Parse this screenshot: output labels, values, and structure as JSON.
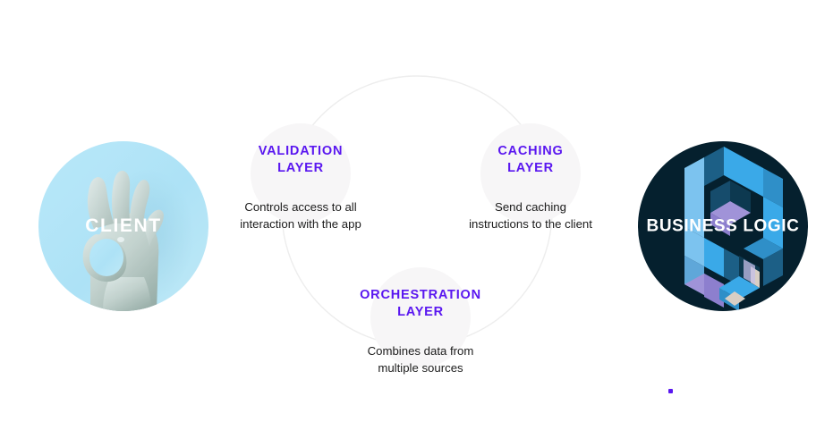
{
  "diagram": {
    "title": "API layer architecture flow",
    "background_color": "#ffffff",
    "accent_color": "#5A17F0",
    "body_text_color": "#1b1b1b",
    "ring_color": "#ededed",
    "halo_color": "#f7f6f7"
  },
  "client": {
    "label": "CLIENT",
    "circle_color": "#ade4f7",
    "art_name": "hand-ok-gesture-photo"
  },
  "business": {
    "label": "BUSINESS\nLOGIC",
    "circle_color": "#05202e",
    "art_name": "isometric-blocks-graphic",
    "art_colors": {
      "light_blue": "#7cc3ef",
      "mid_blue": "#3aa9e8",
      "deep_blue": "#1c5f86",
      "lavender": "#a093d8",
      "pale_lavender": "#c6bfe8",
      "beige": "#d8cec4"
    }
  },
  "layers": [
    {
      "id": "validation",
      "title": "VALIDATION\nLAYER",
      "description": "Controls access to all\ninteraction with the app"
    },
    {
      "id": "caching",
      "title": "CACHING\nLAYER",
      "description": "Send caching\ninstructions to the client"
    },
    {
      "id": "orchestration",
      "title": "ORCHESTRATION\nLAYER",
      "description": "Combines data from\nmultiple sources"
    }
  ],
  "decoration": {
    "dot_color": "#5A17F0"
  }
}
